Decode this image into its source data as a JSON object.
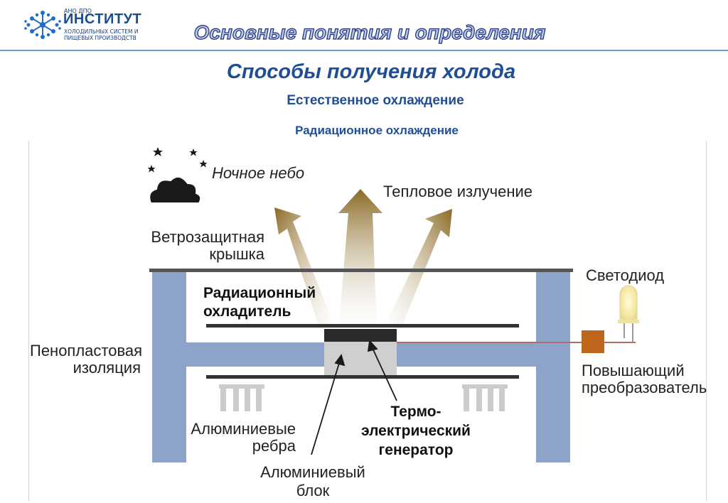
{
  "header": {
    "logo_small": "АНО ДПО",
    "logo_big": "ИНСТИТУТ",
    "logo_sub_1": "ХОЛОДИЛЬНЫХ СИСТЕМ И",
    "logo_sub_2": "ПИЩЕВЫХ ПРОИЗВОДСТВ",
    "logo_icon": "snowflake-icon",
    "title": "Основные понятия и определения"
  },
  "slide": {
    "title": "Способы получения холода",
    "subtitle_1": "Естественное охлаждение",
    "subtitle_2": "Радиационное охлаждение"
  },
  "diagram": {
    "night_sky": "Ночное небо",
    "heat_radiation": "Тепловое излучение",
    "windshield_1": "Ветрозащитная",
    "windshield_2": "крышка",
    "radiative_cooler_1": "Радиационный",
    "radiative_cooler_2": "охладитель",
    "led": "Светодиод",
    "foam_1": "Пенопластовая",
    "foam_2": "изоляция",
    "boost_1": "Повышающий",
    "boost_2": "преобразователь",
    "fins_1": "Алюминиевые",
    "fins_2": "ребра",
    "teg_1": "Термо-",
    "teg_2": "электрический",
    "teg_3": "генератор",
    "block_1": "Алюминиевый",
    "block_2": "блок",
    "icons": [
      "moon-icon",
      "cloud-icon",
      "star-icon",
      "led-bulb-icon"
    ],
    "colors": {
      "foam": "#8ea3c9",
      "arrow_top": "#8a6a25",
      "arrow_bottom": "#fbf7ee",
      "converter": "#c0651c",
      "wire": "#b36b6b",
      "block": "#cfcfcf",
      "fins": "#cccccc"
    }
  }
}
